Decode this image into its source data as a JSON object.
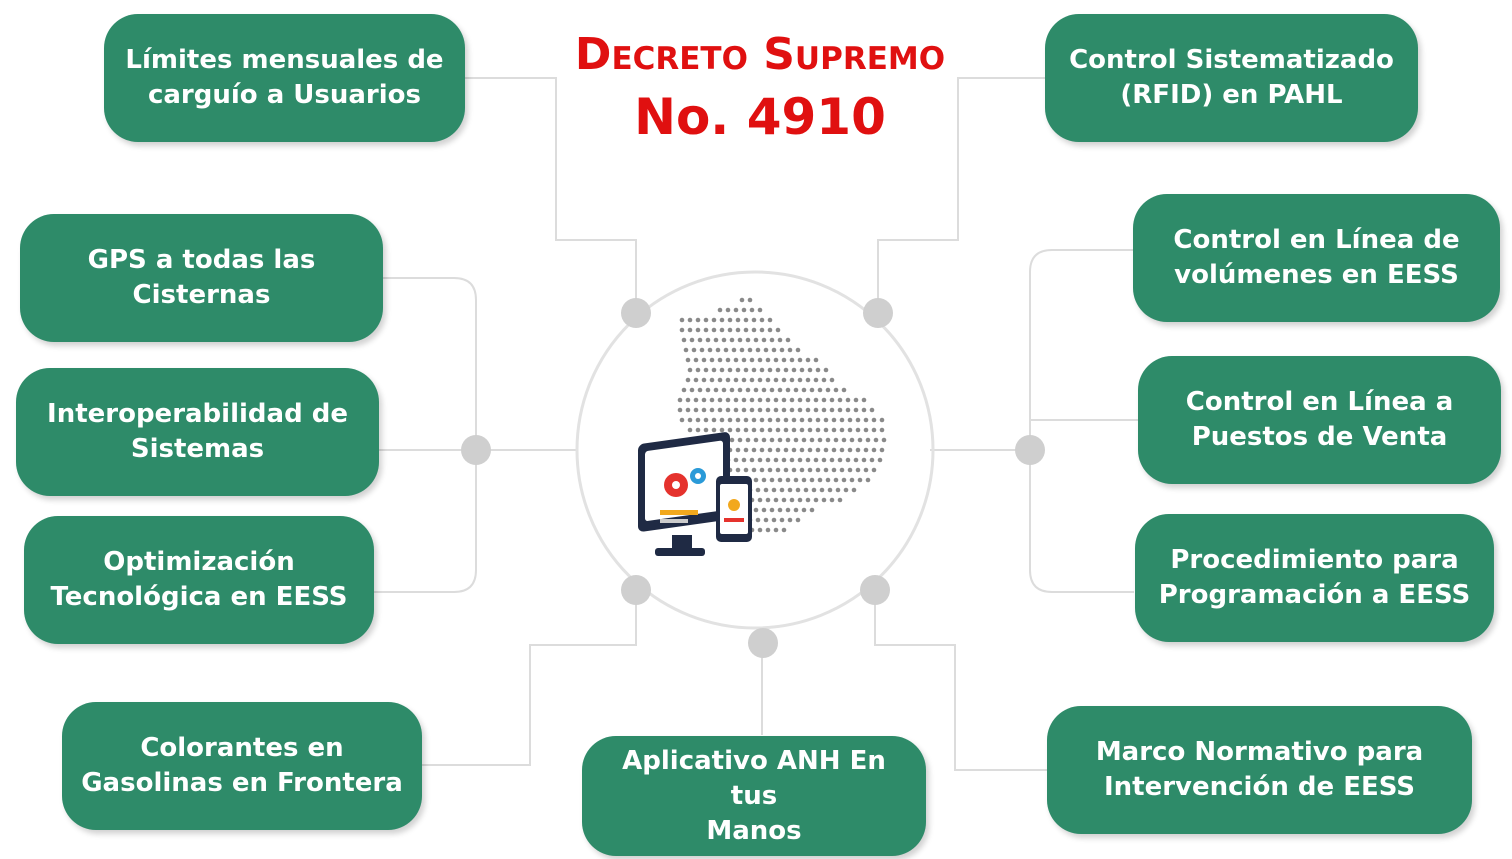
{
  "title": {
    "line1": "Decreto Supremo",
    "line2": "No. 4910"
  },
  "nodes": {
    "limites": "Límites mensuales de\ncarguío a Usuarios",
    "gps": "GPS a todas las\nCisternas",
    "interoperabilidad": "Interoperabilidad de\nSistemas",
    "optimizacion": "Optimización\nTecnológica en EESS",
    "colorantes": "Colorantes en\nGasolinas en Frontera",
    "aplicativo": "Aplicativo ANH En tus\nManos",
    "marco": "Marco Normativo para\nIntervención de EESS",
    "procedimiento": "Procedimiento para\nProgramación a EESS",
    "puestos": "Control en Línea a\nPuestos de Venta",
    "volumenes": "Control en Línea de\nvolúmenes en EESS",
    "rfid": "Control Sistematizado\n(RFID) en PAHL"
  },
  "colors": {
    "box": "#2e8b69",
    "title": "#e01010",
    "connector": "#d9d9d9",
    "dot": "#cfcfcf"
  },
  "icons": [
    "bolivia-dot-map-icon",
    "computer-monitor-icon",
    "smartphone-icon",
    "gear-icon"
  ]
}
